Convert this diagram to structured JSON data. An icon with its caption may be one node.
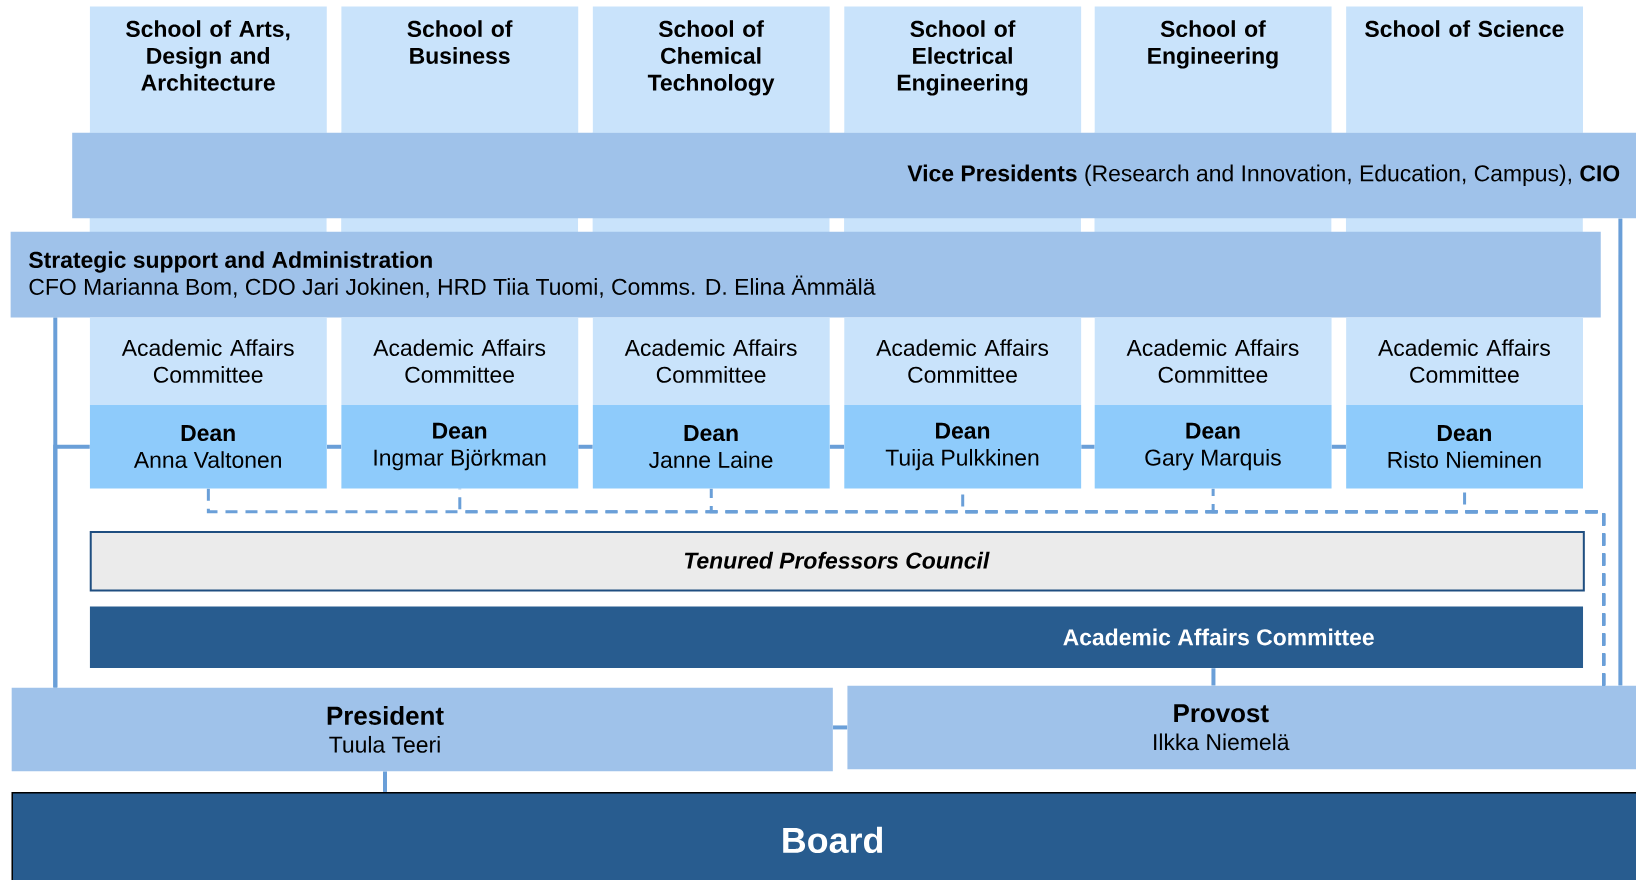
{
  "diagram": {
    "nodes": [
      {
        "text": [
          "School of Arts, Design and Architecture"
        ]
      },
      {
        "text": [
          "School of Business"
        ]
      },
      {
        "text": [
          "School of Chemical Technology"
        ]
      },
      {
        "text": [
          "School of Electrical Engineering"
        ]
      },
      {
        "text": [
          "School of Engineering"
        ]
      },
      {
        "text": [
          "School of Science"
        ]
      },
      {
        "text": [
          "**Vice Presidents** (Research and Innovation, Education, Campus), **CIO**"
        ]
      },
      {
        "text": [
          "Strategic support and Administration",
          "CFO Marianna Bom, CDO Jari Jokinen, HRD Tiia Tuomi, Comms. D. Elina Ämmälä"
        ]
      },
      {
        "text": [
          "Academic Affairs Committee"
        ]
      },
      {
        "text": [
          "Academic Affairs Committee"
        ]
      },
      {
        "text": [
          "Academic Affairs Committee"
        ]
      },
      {
        "text": [
          "Academic Affairs Committee"
        ]
      },
      {
        "text": [
          "Academic Affairs Committee"
        ]
      },
      {
        "text": [
          "Academic Affairs Committee"
        ]
      },
      {
        "text": [
          "Dean",
          "Anna Valtonen"
        ]
      },
      {
        "text": [
          "Dean",
          "Ingmar Björkman"
        ]
      },
      {
        "text": [
          "Dean",
          "Janne Laine"
        ]
      },
      {
        "text": [
          "Dean",
          "Tuija Pulkkinen"
        ]
      },
      {
        "text": [
          "Dean",
          "Gary Marquis"
        ]
      },
      {
        "text": [
          "Dean",
          "Risto Nieminen"
        ]
      },
      {
        "text": [
          "Tenured Professors Council"
        ]
      },
      {
        "text": [
          "Academic Affairs Committee"
        ]
      },
      {
        "text": [
          "President",
          "Tuula Teeri"
        ]
      },
      {
        "text": [
          "Provost",
          "Ilkka Niemelä"
        ]
      },
      {
        "text": [
          "Board"
        ]
      }
    ],
    "edges": [
      {
        "from": 7,
        "to": 22,
        "arrow": "none"
      },
      {
        "from": 22,
        "to": 14,
        "arrow": "none"
      },
      {
        "from": 14,
        "to": 15,
        "arrow": "none"
      },
      {
        "from": 15,
        "to": 16,
        "arrow": "none"
      },
      {
        "from": 16,
        "to": 17,
        "arrow": "none"
      },
      {
        "from": 17,
        "to": 18,
        "arrow": "none"
      },
      {
        "from": 18,
        "to": 19,
        "arrow": "none"
      },
      {
        "from": 6,
        "to": 23,
        "arrow": "none"
      },
      {
        "from": 14,
        "to": 23,
        "arrow": "none",
        "style": "dashed"
      },
      {
        "from": 15,
        "to": 23,
        "arrow": "none",
        "style": "dashed"
      },
      {
        "from": 16,
        "to": 23,
        "arrow": "none",
        "style": "dashed"
      },
      {
        "from": 17,
        "to": 23,
        "arrow": "none",
        "style": "dashed"
      },
      {
        "from": 18,
        "to": 23,
        "arrow": "none",
        "style": "dashed"
      },
      {
        "from": 19,
        "to": 23,
        "arrow": "none",
        "style": "dashed"
      },
      {
        "from": 21,
        "to": 23,
        "arrow": "none"
      },
      {
        "from": 22,
        "to": 23,
        "arrow": "none"
      },
      {
        "from": 22,
        "to": 24,
        "arrow": "none"
      }
    ]
  }
}
